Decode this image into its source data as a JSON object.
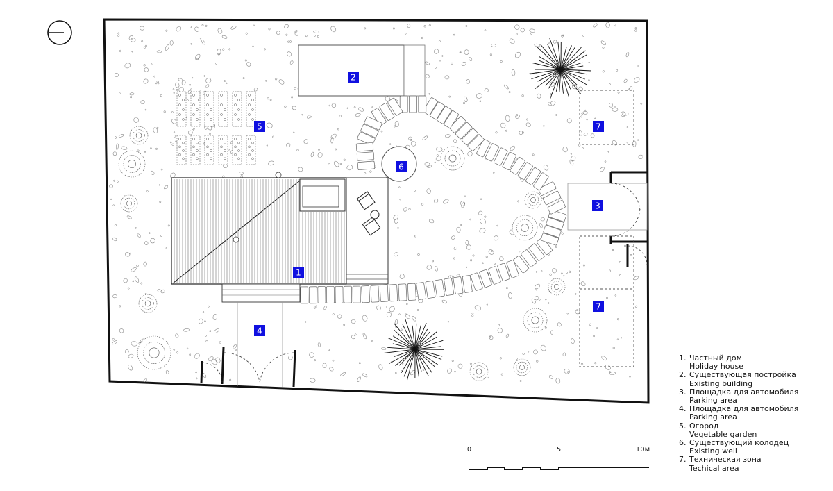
{
  "zones": [
    {
      "id": "1",
      "label": "1"
    },
    {
      "id": "2",
      "label": "2"
    },
    {
      "id": "3",
      "label": "3"
    },
    {
      "id": "4",
      "label": "4"
    },
    {
      "id": "5",
      "label": "5"
    },
    {
      "id": "6",
      "label": "6"
    },
    {
      "id": "7a",
      "label": "7"
    },
    {
      "id": "7b",
      "label": "7"
    }
  ],
  "legend": [
    {
      "num": "1.",
      "ru": "Частный дом",
      "en": "Holiday house"
    },
    {
      "num": "2.",
      "ru": "Существующая постройка",
      "en": "Existing building"
    },
    {
      "num": "3.",
      "ru": "Площадка для автомобиля",
      "en": "Parking area"
    },
    {
      "num": "4.",
      "ru": "Площадка для автомобиля",
      "en": "Parking area"
    },
    {
      "num": "5.",
      "ru": "Огород",
      "en": "Vegetable garden"
    },
    {
      "num": "6.",
      "ru": "Существующий колодец",
      "en": "Existing well"
    },
    {
      "num": "7.",
      "ru": "Техническая зона",
      "en": "Techical area"
    }
  ],
  "scale_bar": {
    "tick_0": "0",
    "tick_5": "5",
    "tick_10": "10м"
  },
  "colors": {
    "label_bg": "#1010e0",
    "line": "#111111",
    "fill": "#ffffff"
  },
  "north_symbol": "north-arrow-icon"
}
